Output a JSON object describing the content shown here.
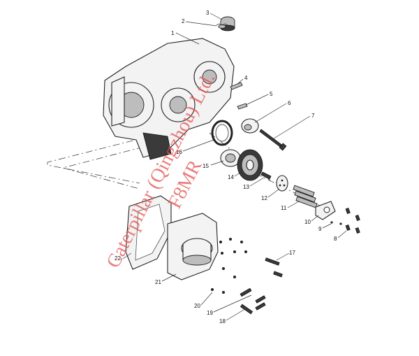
{
  "callouts": [
    "1",
    "2",
    "3",
    "4",
    "5",
    "6",
    "7",
    "8",
    "9",
    "10",
    "11",
    "12",
    "13",
    "14",
    "15",
    "16",
    "17",
    "18",
    "19",
    "20",
    "21",
    "22"
  ],
  "watermark": {
    "line1": "Caterpillar (Qingzhou) Ltd.",
    "line2": "F8MR",
    "color": "#e35b5b"
  },
  "icons": [
    "housing",
    "cap",
    "seal",
    "gear",
    "cover-plate",
    "bolt",
    "nut"
  ]
}
